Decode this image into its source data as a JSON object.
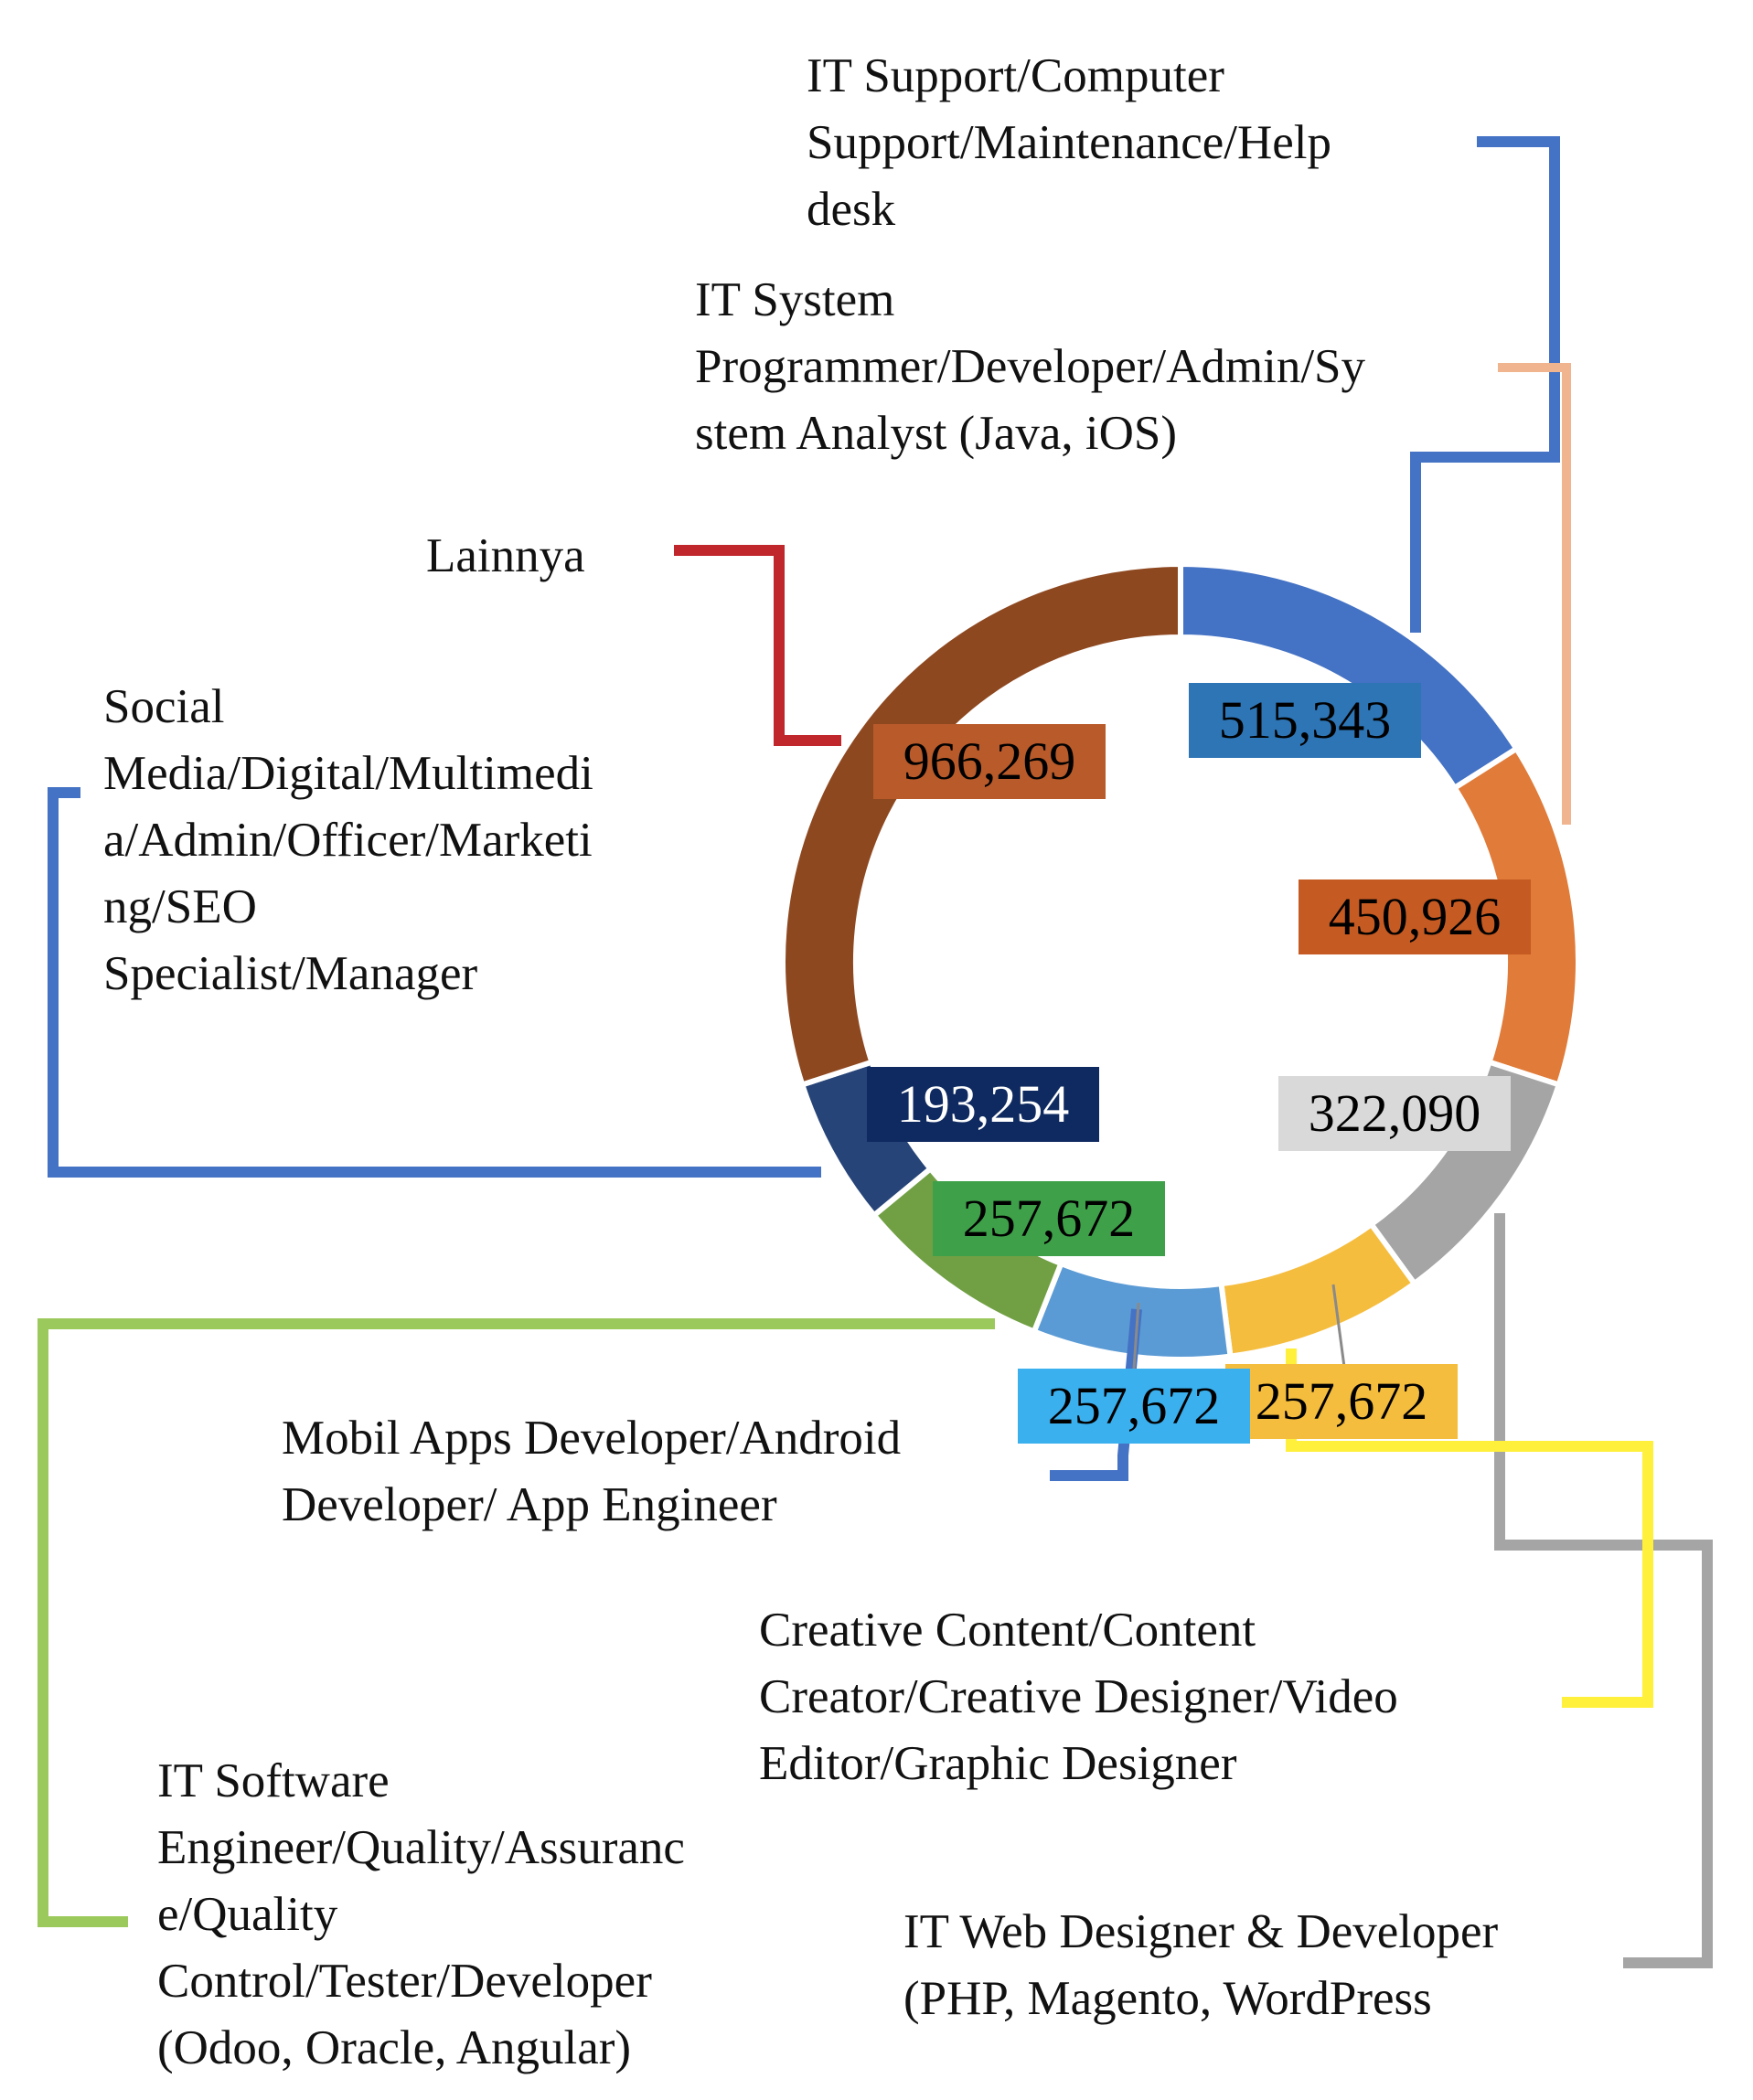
{
  "chart_data": {
    "type": "pie",
    "variant": "donut",
    "legend": "none",
    "slices": [
      {
        "label": "IT Support/Computer\nSupport/Maintenance/Help\ndesk",
        "value": 515343,
        "value_label": "515,343",
        "color": "#4472C4",
        "label_bg": "#2E75B6",
        "label_color": "#000000",
        "leader_color": "#4472C4"
      },
      {
        "label": "IT System\nProgrammer/Developer/Admin/Sy\nstem Analyst (Java, iOS)",
        "value": 450926,
        "value_label": "450,926",
        "color": "#E07B39",
        "label_bg": "#C55A22",
        "label_color": "#000000",
        "leader_color": "#F0B48E"
      },
      {
        "label": "IT Web Designer & Developer\n(PHP, Magento, WordPress",
        "value": 322090,
        "value_label": "322,090",
        "color": "#A5A5A5",
        "label_bg": "#D9D9D9",
        "label_color": "#000000",
        "leader_color": "#A5A5A5"
      },
      {
        "label": "Creative Content/Content\nCreator/Creative Designer/Video\nEditor/Graphic Designer",
        "value": 257672,
        "value_label": "257,672",
        "color": "#F5BD3E",
        "label_bg": "#F5BD3E",
        "label_color": "#000000",
        "leader_color": "#FFF03C"
      },
      {
        "label": "Mobil Apps Developer/Android\nDeveloper/ App Engineer",
        "value": 257672,
        "value_label": "257,672",
        "color": "#5B9BD5",
        "label_bg": "#3BB0EE",
        "label_color": "#000000",
        "leader_color": "#4472C4"
      },
      {
        "label": "IT Software\nEngineer/Quality/Assuranc\ne/Quality\nControl/Tester/Developer\n(Odoo, Oracle, Angular)",
        "value": 257672,
        "value_label": "257,672",
        "color": "#71A044",
        "label_bg": "#3FA04A",
        "label_color": "#000000",
        "leader_color": "#9CC95C"
      },
      {
        "label": "Social\nMedia/Digital/Multimedi\na/Admin/Officer/Marketi\nng/SEO\nSpecialist/Manager",
        "value": 193254,
        "value_label": "193,254",
        "color": "#264478",
        "label_bg": "#0F2A60",
        "label_color": "#FFFFFF",
        "leader_color": "#4472C4"
      },
      {
        "label": "Lainnya",
        "value": 966269,
        "value_label": "966,269",
        "color": "#8E4820",
        "label_bg": "#B85A2A",
        "label_color": "#000000",
        "leader_color": "#C0272D"
      }
    ]
  }
}
